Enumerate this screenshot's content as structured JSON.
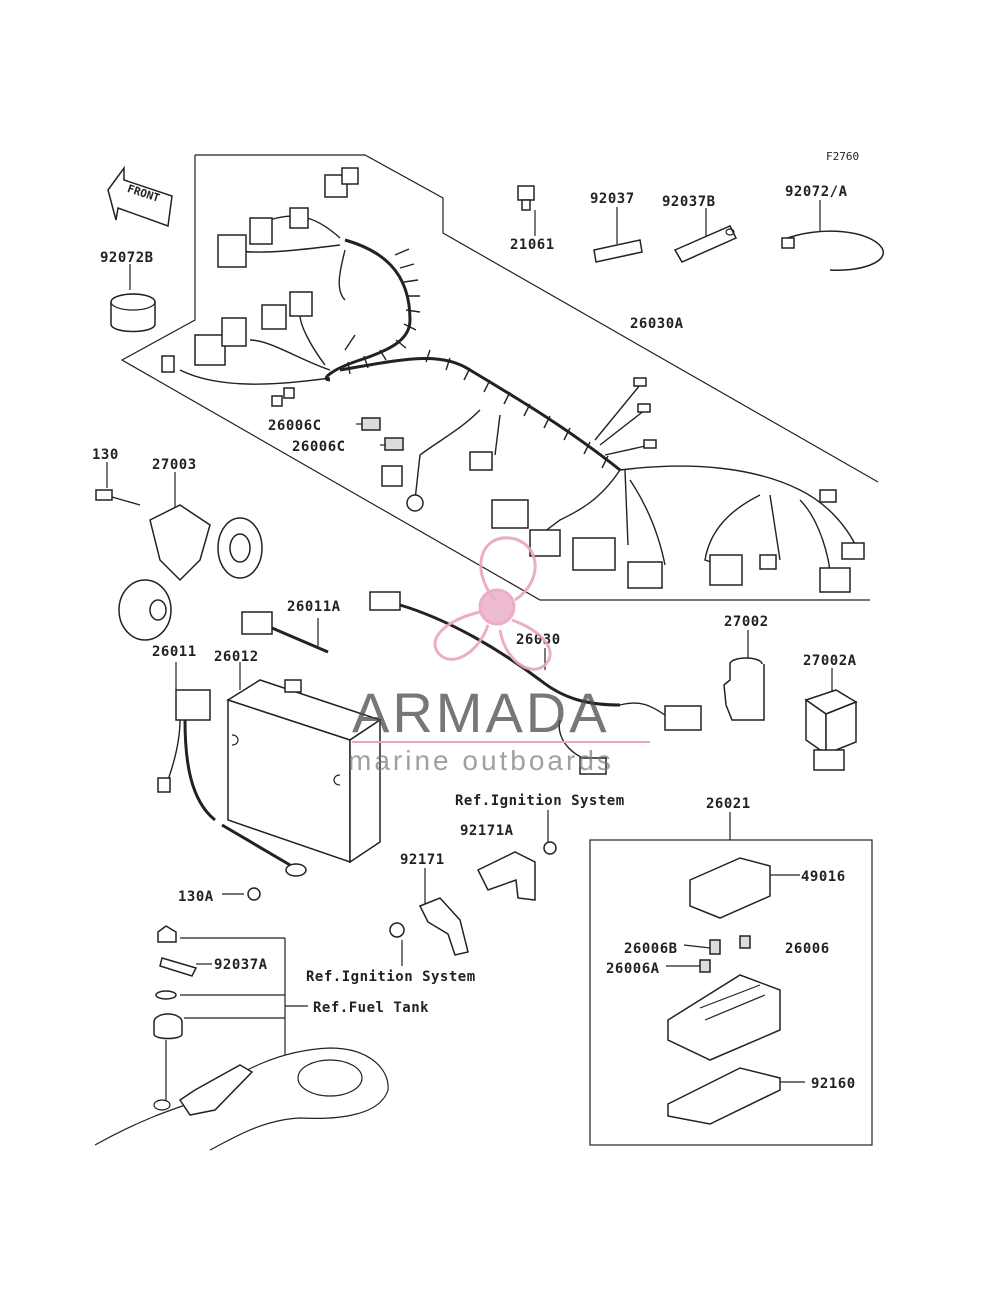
{
  "figure_code": "F2760",
  "front_arrow_text": "FRONT",
  "callouts": {
    "c_21061": "21061",
    "c_92037": "92037",
    "c_92037B": "92037B",
    "c_92072A_slash": "92072/A",
    "c_92072B": "92072B",
    "c_26030A": "26030A",
    "c_26006C_1": "26006C",
    "c_26006C_2": "26006C",
    "c_130": "130",
    "c_27003": "27003",
    "c_26011A": "26011A",
    "c_26011": "26011",
    "c_26012": "26012",
    "c_26030": "26030",
    "c_27002": "27002",
    "c_27002A": "27002A",
    "c_ref_ign_1": "Ref.Ignition System",
    "c_92171A": "92171A",
    "c_26021": "26021",
    "c_92171": "92171",
    "c_130A": "130A",
    "c_49016": "49016",
    "c_92037A": "92037A",
    "c_26006B": "26006B",
    "c_26006": "26006",
    "c_26006A": "26006A",
    "c_ref_ign_2": "Ref.Ignition System",
    "c_ref_fuel": "Ref.Fuel Tank",
    "c_92160": "92160"
  },
  "watermark": {
    "brand": "ARMADA",
    "tagline": "marine outboards",
    "logo": "propeller-logo",
    "color": "#e8a6c2"
  }
}
